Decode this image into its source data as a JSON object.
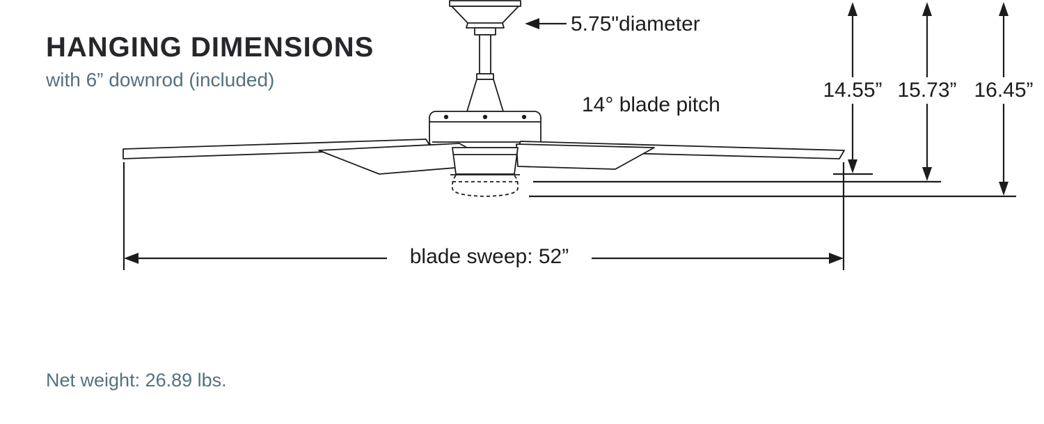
{
  "colors": {
    "line": "#1c1c1e",
    "heading": "#26262b",
    "accent": "#54717f",
    "background": "#ffffff"
  },
  "header": {
    "title": "HANGING DIMENSIONS",
    "subtitle": "with 6” downrod (included)"
  },
  "labels": {
    "canopy_diameter": "5.75\"diameter",
    "blade_pitch": "14° blade pitch",
    "blade_sweep": "blade sweep: 52”",
    "net_weight": "Net weight: 26.89 lbs."
  },
  "hanging_heights": {
    "to_blades": "14.55”",
    "to_bottom": "15.73”",
    "to_light": "16.45”"
  }
}
